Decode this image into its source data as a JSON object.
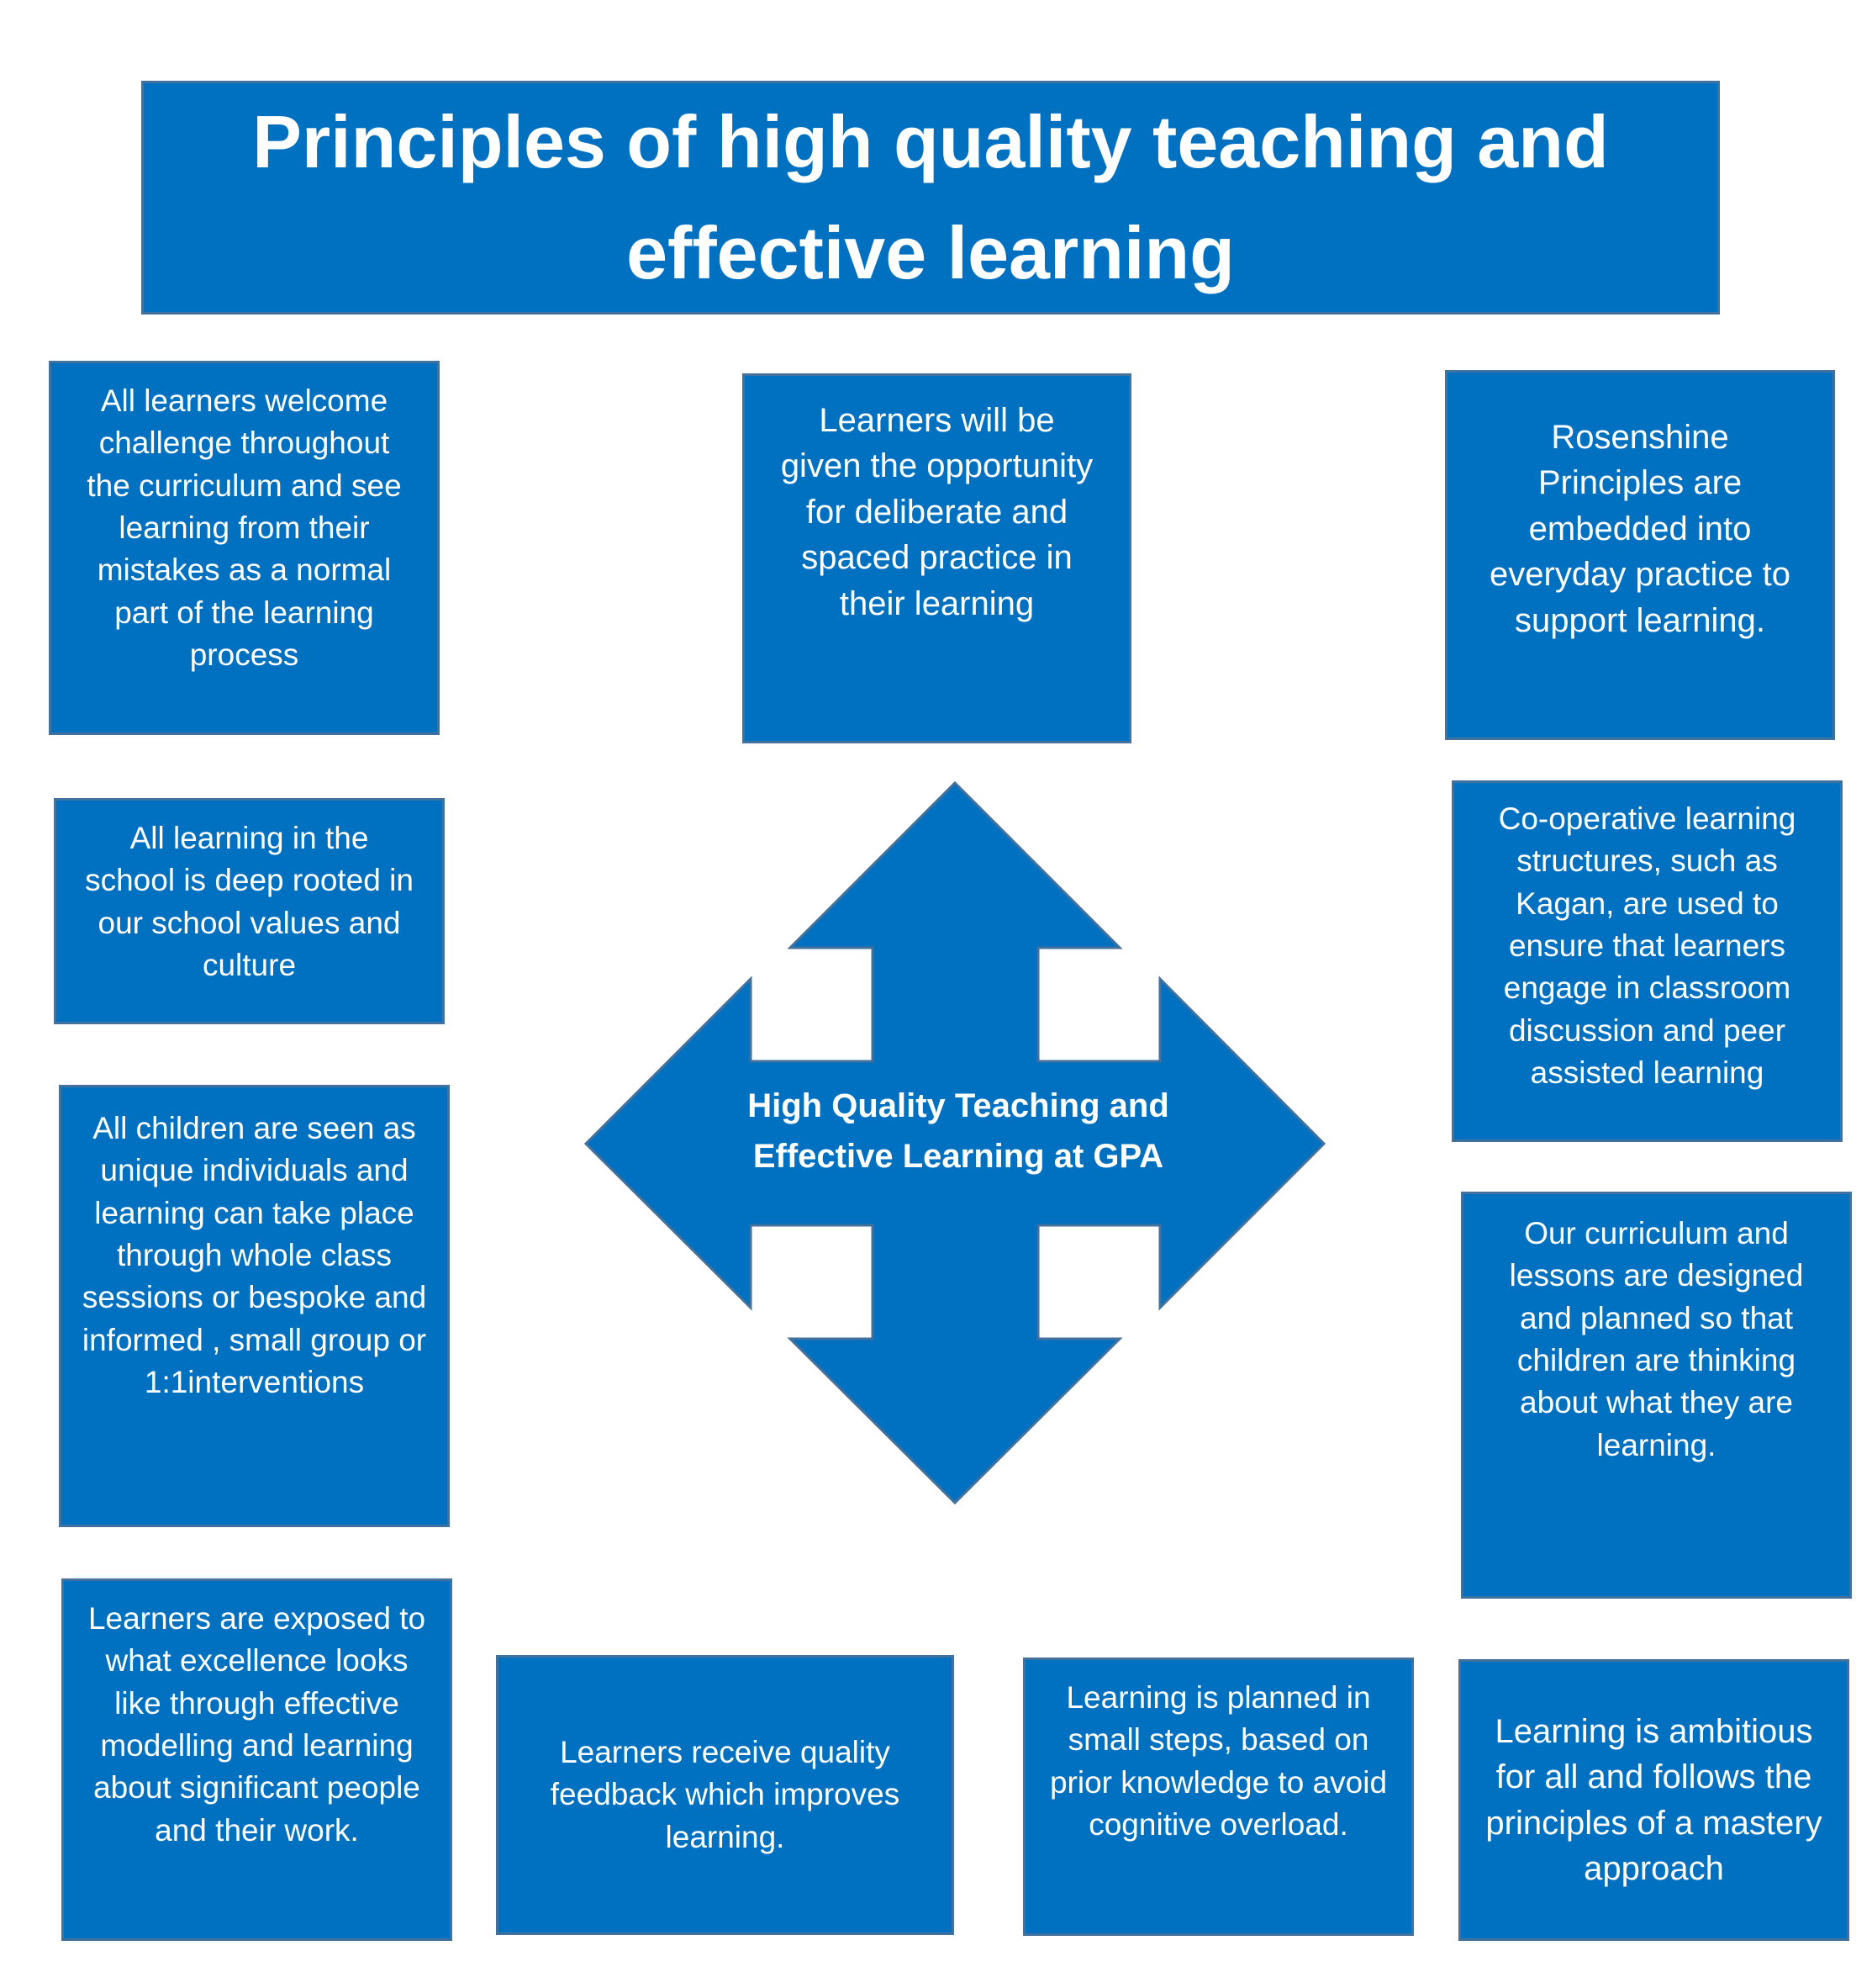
{
  "title": "Principles of high quality teaching and effective learning",
  "center": {
    "label": "High Quality Teaching and Effective Learning at GPA"
  },
  "principles": [
    "All learners welcome challenge throughout the curriculum and see learning from their mistakes as a normal part of the learning process",
    "Learners will be given the opportunity for deliberate and spaced practice in their learning",
    "Rosenshine Principles are embedded into everyday practice to support learning.",
    "All learning in the school is deep rooted in our school values and culture",
    "Co-operative learning structures, such as Kagan, are used to ensure that learners engage in classroom discussion and peer assisted learning",
    "All children are seen as unique individuals and learning can take place through whole class sessions or bespoke and informed , small group or 1:1interventions",
    "Our curriculum and lessons are designed and planned so that children are thinking about what they are learning.",
    "Learners are exposed to what excellence looks like through effective modelling and learning about significant people and their work.",
    "Learners receive quality feedback which improves learning.",
    "Learning is planned in small steps, based on prior knowledge to avoid cognitive overload.",
    "Learning is ambitious for all and follows the principles of a mastery approach"
  ],
  "colors": {
    "box_fill": "#0070c0",
    "box_border": "#41719c",
    "text": "#ffffff"
  }
}
